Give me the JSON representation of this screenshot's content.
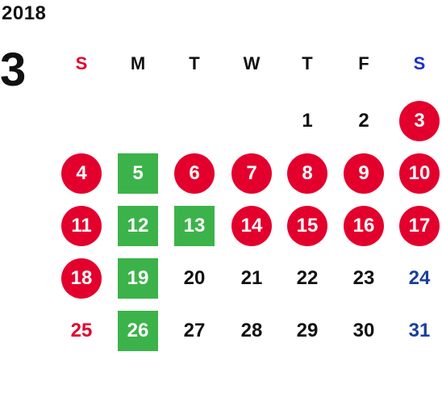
{
  "calendar": {
    "year": "2018",
    "month": "3",
    "weekdays": [
      "S",
      "M",
      "T",
      "W",
      "T",
      "F",
      "S"
    ],
    "colors": {
      "holiday_circle": "#e3002d",
      "business_square": "#3cb34a",
      "sunday_text": "#e3002d",
      "saturday_text": "#1a3f9c",
      "normal_text": "#111111"
    },
    "days": [
      {
        "label": "1",
        "col": 4,
        "row": 0,
        "style": "plain"
      },
      {
        "label": "2",
        "col": 5,
        "row": 0,
        "style": "plain"
      },
      {
        "label": "3",
        "col": 6,
        "row": 0,
        "style": "circle"
      },
      {
        "label": "4",
        "col": 0,
        "row": 1,
        "style": "circle"
      },
      {
        "label": "5",
        "col": 1,
        "row": 1,
        "style": "square"
      },
      {
        "label": "6",
        "col": 2,
        "row": 1,
        "style": "circle"
      },
      {
        "label": "7",
        "col": 3,
        "row": 1,
        "style": "circle"
      },
      {
        "label": "8",
        "col": 4,
        "row": 1,
        "style": "circle"
      },
      {
        "label": "9",
        "col": 5,
        "row": 1,
        "style": "circle"
      },
      {
        "label": "10",
        "col": 6,
        "row": 1,
        "style": "circle"
      },
      {
        "label": "11",
        "col": 0,
        "row": 2,
        "style": "circle"
      },
      {
        "label": "12",
        "col": 1,
        "row": 2,
        "style": "square"
      },
      {
        "label": "13",
        "col": 2,
        "row": 2,
        "style": "square"
      },
      {
        "label": "14",
        "col": 3,
        "row": 2,
        "style": "circle"
      },
      {
        "label": "15",
        "col": 4,
        "row": 2,
        "style": "circle"
      },
      {
        "label": "16",
        "col": 5,
        "row": 2,
        "style": "circle"
      },
      {
        "label": "17",
        "col": 6,
        "row": 2,
        "style": "circle"
      },
      {
        "label": "18",
        "col": 0,
        "row": 3,
        "style": "circle"
      },
      {
        "label": "19",
        "col": 1,
        "row": 3,
        "style": "square"
      },
      {
        "label": "20",
        "col": 2,
        "row": 3,
        "style": "plain"
      },
      {
        "label": "21",
        "col": 3,
        "row": 3,
        "style": "plain"
      },
      {
        "label": "22",
        "col": 4,
        "row": 3,
        "style": "plain"
      },
      {
        "label": "23",
        "col": 5,
        "row": 3,
        "style": "plain"
      },
      {
        "label": "24",
        "col": 6,
        "row": 3,
        "style": "plain"
      },
      {
        "label": "25",
        "col": 0,
        "row": 4,
        "style": "plain"
      },
      {
        "label": "26",
        "col": 1,
        "row": 4,
        "style": "square"
      },
      {
        "label": "27",
        "col": 2,
        "row": 4,
        "style": "plain"
      },
      {
        "label": "28",
        "col": 3,
        "row": 4,
        "style": "plain"
      },
      {
        "label": "29",
        "col": 4,
        "row": 4,
        "style": "plain"
      },
      {
        "label": "30",
        "col": 5,
        "row": 4,
        "style": "plain"
      },
      {
        "label": "31",
        "col": 6,
        "row": 4,
        "style": "plain"
      }
    ]
  }
}
